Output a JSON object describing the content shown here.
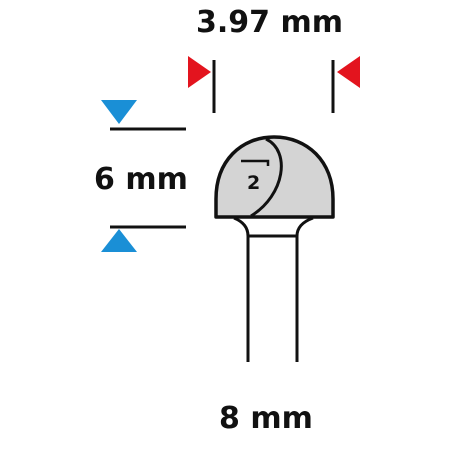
{
  "dimensions": {
    "cutting_width": "3.97 mm",
    "cutting_depth": "6 mm",
    "shank_diameter": "8 mm"
  },
  "bit": {
    "flute_count": "2"
  },
  "colors": {
    "width_marker": "#e3141e",
    "depth_marker": "#1a8fd6",
    "head_fill": "#d4d4d4",
    "outline": "#111111"
  },
  "icons": {
    "width_marker": "red-flag-icon",
    "depth_marker": "blue-triangle-icon"
  }
}
